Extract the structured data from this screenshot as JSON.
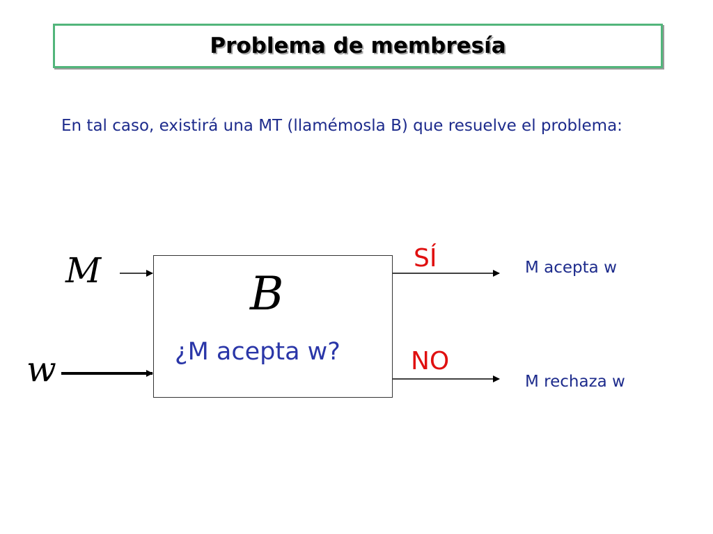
{
  "title": "Problema de membresía",
  "intro_text": "En tal caso, existirá una MT (llamémosla B) que resuelve el problema:",
  "machine": {
    "name": "B",
    "question": "¿M acepta w?"
  },
  "inputs": {
    "m_label": "M",
    "w_label": "w"
  },
  "outputs": {
    "yes_label": "SÍ",
    "no_label": "NO",
    "yes_result": "M acepta w",
    "no_result": "M rechaza w"
  },
  "colors": {
    "title_border": "#52b57b",
    "text_blue": "#1d2b8c",
    "output_red": "#e01010"
  }
}
